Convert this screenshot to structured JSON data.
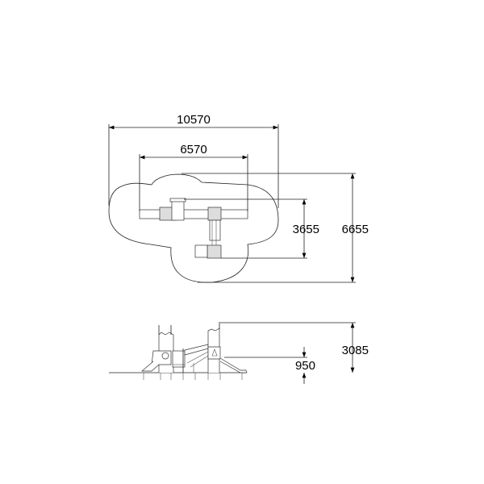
{
  "drawing": {
    "plan_view": {
      "dimensions": {
        "overall_width": "10570",
        "structure_width": "6570",
        "structure_depth": "3655",
        "overall_depth": "6655"
      }
    },
    "elevation_view": {
      "dimensions": {
        "total_height": "3085",
        "platform_height": "950"
      }
    }
  }
}
